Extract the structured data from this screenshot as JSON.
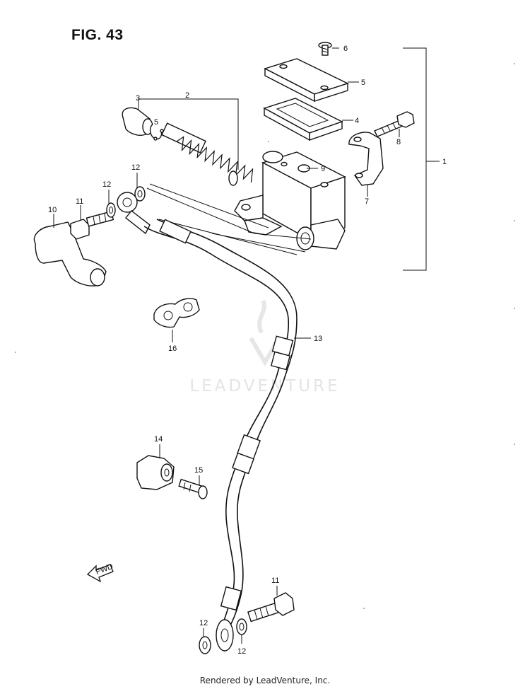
{
  "figure": {
    "title": "FIG. 43"
  },
  "watermark": {
    "text": "LEADVENTURE"
  },
  "fwd_arrow": {
    "label": "FWD"
  },
  "footer": {
    "text": "Rendered by LeadVenture, Inc."
  },
  "callouts": {
    "c1": "1",
    "c2": "2",
    "c3": "3",
    "c4": "4",
    "c5a": "5",
    "c5b": "5",
    "c6": "6",
    "c7": "7",
    "c8": "8",
    "c9": "9",
    "c10": "10",
    "c11a": "11",
    "c11b": "11",
    "c12a": "12",
    "c12b": "12",
    "c12c": "12",
    "c12d": "12",
    "c13": "13",
    "c14": "14",
    "c15": "15",
    "c16": "16"
  }
}
